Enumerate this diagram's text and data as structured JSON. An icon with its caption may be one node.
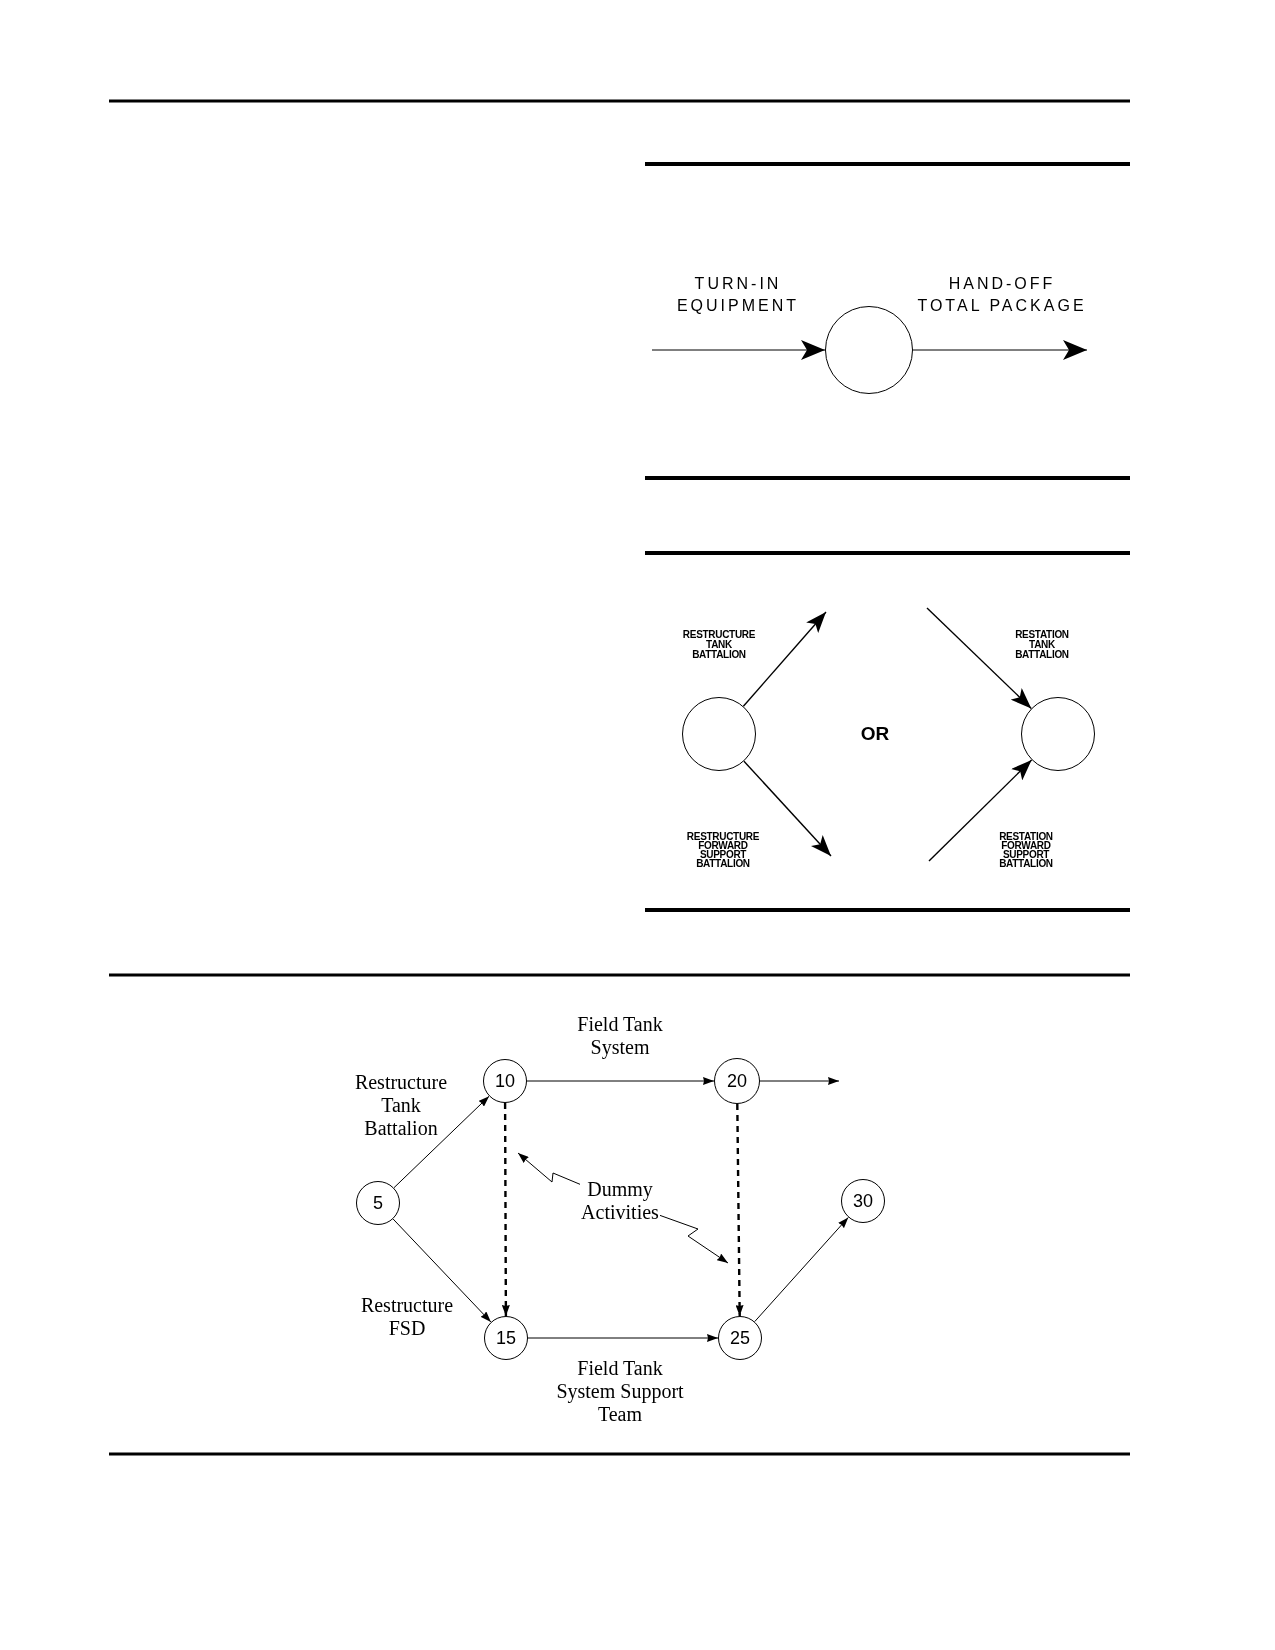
{
  "diagram": {
    "nodes": [
      {
        "text": [],
        "shape": "circle"
      },
      {
        "text": [],
        "shape": "circle"
      },
      {
        "text": [],
        "shape": "circle"
      },
      {
        "text": [
          "5"
        ]
      },
      {
        "text": [
          "10"
        ]
      },
      {
        "text": [
          "15"
        ]
      },
      {
        "text": [
          "20"
        ]
      },
      {
        "text": [
          "25"
        ]
      },
      {
        "text": [
          "30"
        ]
      },
      {
        "text": [
          "Dummy Activities"
        ]
      }
    ],
    "edges": [
      {
        "from": null,
        "to": 0,
        "arrow": "to",
        "label": "TURN-IN EQUIPMENT"
      },
      {
        "from": 0,
        "to": null,
        "arrow": "to",
        "label": "HAND-OFF TOTAL PACKAGE"
      },
      {
        "from": 1,
        "to": null,
        "arrow": "to",
        "label": "RESTRUCTURE TANK BATTALION"
      },
      {
        "from": 1,
        "to": null,
        "arrow": "to",
        "label": "RESTRUCTURE FORWARD SUPPORT BATTALION"
      },
      {
        "from": null,
        "to": 2,
        "arrow": "to",
        "label": "RESTATION TANK BATTALION"
      },
      {
        "from": null,
        "to": 2,
        "arrow": "to",
        "label": "RESTATION FORWARD SUPPORT BATTALION"
      },
      {
        "from": 3,
        "to": 4,
        "arrow": "to",
        "label": "Restructure Tank Battalion"
      },
      {
        "from": 3,
        "to": 5,
        "arrow": "to",
        "label": "Restructure FSD"
      },
      {
        "from": 4,
        "to": 6,
        "arrow": "to",
        "label": "Field Tank System"
      },
      {
        "from": 4,
        "to": 5,
        "arrow": "to",
        "style": "dashed"
      },
      {
        "from": 6,
        "to": 7,
        "arrow": "to",
        "style": "dashed"
      },
      {
        "from": 6,
        "to": null,
        "arrow": "to"
      },
      {
        "from": 5,
        "to": 7,
        "arrow": "to",
        "label": "Field Tank System Support Team"
      },
      {
        "from": 7,
        "to": 8,
        "arrow": "to"
      },
      {
        "from": 9,
        "to": null,
        "arrow": "to"
      },
      {
        "from": 9,
        "to": null,
        "arrow": "to"
      }
    ],
    "labels": [
      "OR"
    ]
  }
}
